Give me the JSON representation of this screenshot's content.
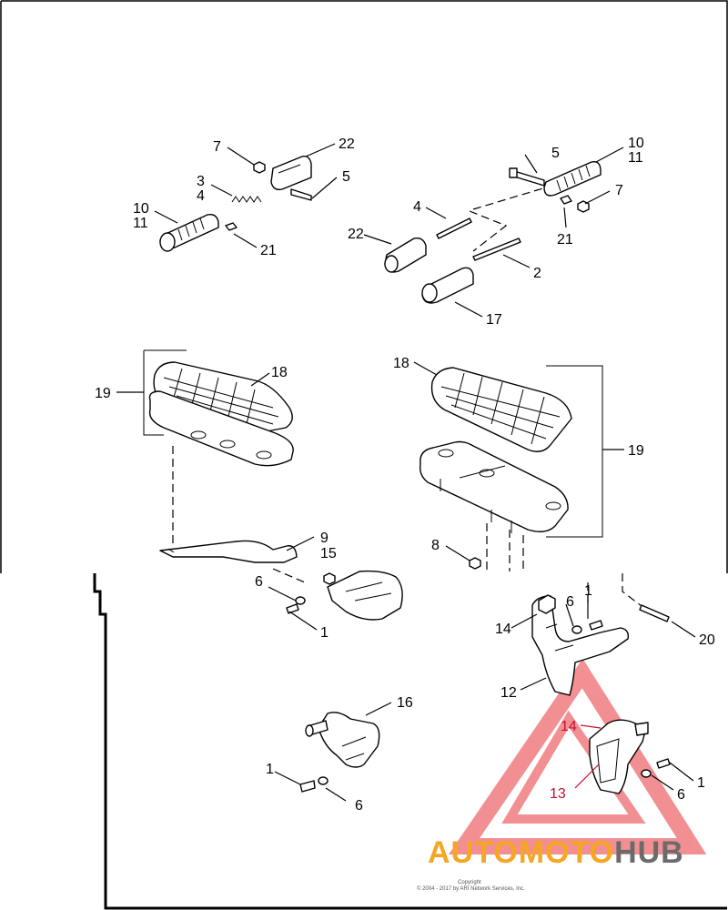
{
  "diagram": {
    "callouts": {
      "c7a": "7",
      "c22a": "22",
      "c3": "3",
      "c4": "4",
      "c5a": "5",
      "c10a": "10",
      "c11a": "11",
      "c21a": "21",
      "c5b": "5",
      "c10b": "10",
      "c11b": "11",
      "c7b": "7",
      "c4b": "4",
      "c22b": "22",
      "c21b": "21",
      "c2": "2",
      "c17": "17",
      "c19a": "19",
      "c18a": "18",
      "c18b": "18",
      "c19b": "19",
      "c9": "9",
      "c15": "15",
      "c8": "8",
      "c6a": "6",
      "c1a": "1",
      "c1b": "1",
      "c6b": "6",
      "c14a": "14",
      "c20": "20",
      "c12": "12",
      "c16": "16",
      "c14b": "14",
      "c1c": "1",
      "c6c": "6",
      "c13": "13",
      "c1d": "1",
      "c6d": "6"
    },
    "copyright_title": "Copyright",
    "copyright_text": "© 2004 - 2017 by ARI Network Services, Inc."
  },
  "watermark": {
    "brand_part1": "AUTOMOTO",
    "brand_part2": "HUB",
    "colors": {
      "orange": "#f5a623",
      "gray": "#6b6b6b",
      "red": "#e8343c"
    }
  }
}
